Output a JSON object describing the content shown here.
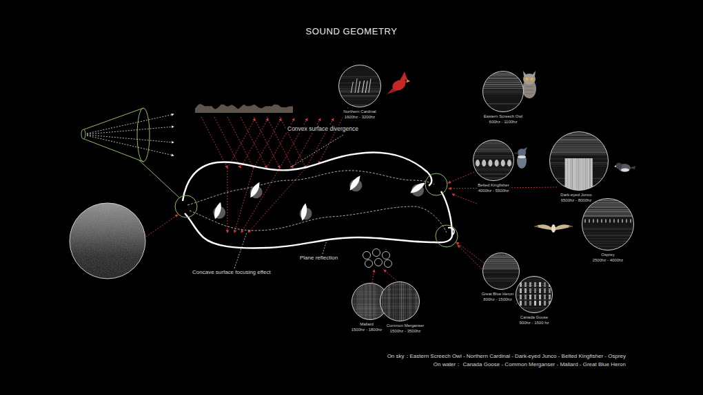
{
  "diagram": {
    "title": "SOUND GEOMETRY",
    "nodes": [
      {
        "text": [
          "Northern Cardinal",
          "1600hz - 3200hz"
        ]
      },
      {
        "text": [
          "Eastern Screech Owl",
          "600hz - 1100hz"
        ]
      },
      {
        "text": [
          "Belted Kingfisher",
          "4000hz - 5500hz"
        ]
      },
      {
        "text": [
          "Dark-eyed Junco",
          "6500hz - 8000hz"
        ]
      },
      {
        "text": [
          "Osprey",
          "2500hz - 4000hz"
        ]
      },
      {
        "text": [
          "Great Blue Heron",
          "800hz - 1500hz"
        ]
      },
      {
        "text": [
          "Canada Goose",
          "900hz - 1500 hz"
        ]
      },
      {
        "text": [
          "Mallard",
          "1500hz - 1800hz"
        ]
      },
      {
        "text": [
          "Common Merganser",
          "1500hz - 3500hz"
        ]
      }
    ],
    "labels": [
      "Convex surface divergence",
      "Concave surface focusing effect",
      "Plane reflection",
      "On sky：Eastern Screech Owl - Northern Cardinal - Dark-eyed Junco - Belted Kingfisher - Osprey",
      "On water： Canada Goose - Common Merganser - Mallard - Great Blue Heron"
    ]
  }
}
